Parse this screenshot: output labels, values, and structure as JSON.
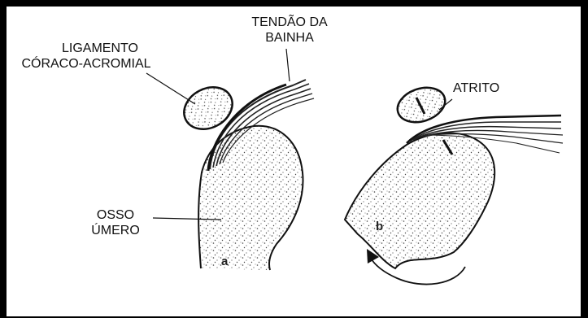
{
  "labels": {
    "ligamento_line1": "LIGAMENTO",
    "ligamento_line2": "CÓRACO-ACROMIAL",
    "tendao_line1": "TENDÃO DA",
    "tendao_line2": "BAINHA",
    "atrito": "ATRITO",
    "osso_line1": "OSSO",
    "osso_line2": "ÚMERO"
  },
  "panels": {
    "a": "a",
    "b": "b"
  },
  "colors": {
    "ink": "#111111",
    "stipple": "#444444",
    "border": "#000000"
  }
}
